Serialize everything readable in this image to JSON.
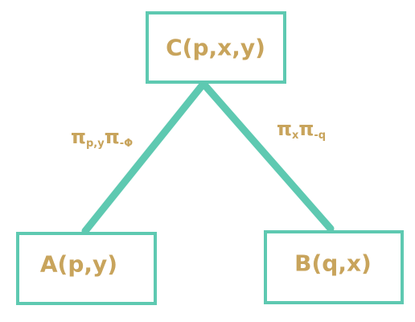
{
  "colors": {
    "line": "#5ec9b1",
    "text": "#c8a45c",
    "background": "#ffffff"
  },
  "nodes": {
    "c": {
      "label": "C(p,x,y)"
    },
    "a": {
      "label": "A(p,y)"
    },
    "b": {
      "label": "B(q,x)"
    }
  },
  "edges": {
    "left": {
      "parts": [
        {
          "text": "π",
          "sub": false
        },
        {
          "text": "p,y",
          "sub": true
        },
        {
          "text": "π",
          "sub": false
        },
        {
          "text": "-Φ",
          "sub": true
        }
      ]
    },
    "right": {
      "parts": [
        {
          "text": "π",
          "sub": false
        },
        {
          "text": "x",
          "sub": true
        },
        {
          "text": "π",
          "sub": false
        },
        {
          "text": "-q",
          "sub": true
        }
      ]
    }
  }
}
